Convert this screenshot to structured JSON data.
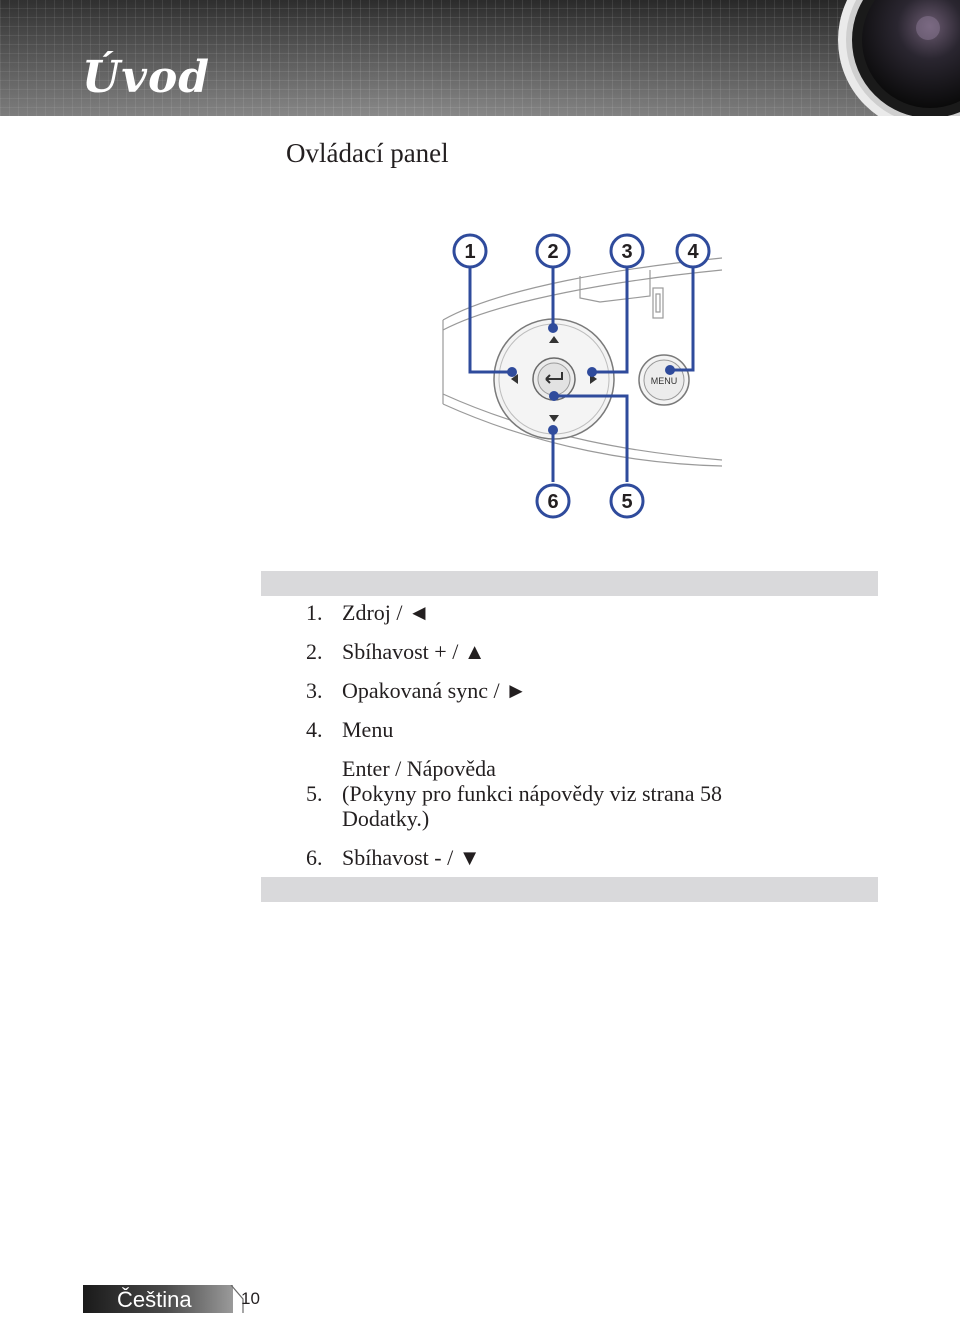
{
  "header": {
    "title": "Úvod"
  },
  "section": {
    "title": "Ovládací panel"
  },
  "diagram": {
    "callouts": [
      "1",
      "2",
      "3",
      "4",
      "6",
      "5"
    ],
    "menu_button_label": "MENU",
    "accent_color": "#2f4b9c"
  },
  "items": [
    {
      "number": "1.",
      "text": "Zdroj / ◄"
    },
    {
      "number": "2.",
      "text": "Sbíhavost + / ▲"
    },
    {
      "number": "3.",
      "text": "Opakovaná sync / ►"
    },
    {
      "number": "4.",
      "text": "Menu"
    },
    {
      "number": "5.",
      "lines": [
        "Enter / Nápověda",
        "(Pokyny pro funkci nápovědy viz strana 58",
        "Dodatky.)"
      ]
    },
    {
      "number": "6.",
      "text": "Sbíhavost - / ▼"
    }
  ],
  "footer": {
    "language": "Čeština",
    "page_number": "10"
  }
}
